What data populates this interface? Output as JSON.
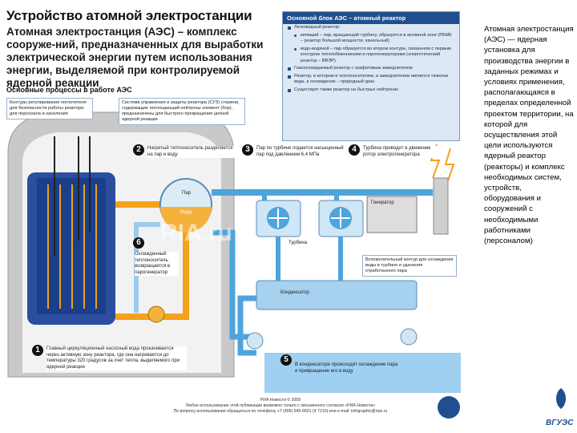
{
  "poster": {
    "title": "Устройство атомной электростанции",
    "lead": "Атомная электростанция (АЭС) – комплекс сооруже-ний, предназначенных для выработки электрической энергии путем использования энергии, выделяемой при контролируемой ядерной реакции",
    "subhead": "Основные процессы в работе АЭС",
    "info_box": {
      "header": "Основной блок АЭС – атомный реактор",
      "items": [
        {
          "text": "Легководный реактор:",
          "level": 1
        },
        {
          "text": "кипящий – пар, вращающий турбину, образуется в активной зоне (РБМК – реактор большой мощности, канальный)",
          "level": 2
        },
        {
          "text": "водо-водяной – пар образуется во втором контуре, связанном с первым контуром теплообменниками и парогенераторами (энергетический реактор – ВВЭР)",
          "level": 2
        },
        {
          "text": "Газоохлаждаемый реактор с графитовым замедлителем",
          "level": 1
        },
        {
          "text": "Реактор, в котором в теплоносителем, а замедлителем является тяжелая вода, а охлаждение – природный уран",
          "level": 1
        },
        {
          "text": "Существует также реактор на быстрых нейтронах",
          "level": 1
        }
      ]
    },
    "notes": {
      "control_rods": "Контуры регулирования поглотителя для безопасности работы реактора для персонала и населения",
      "cps": "Система управления и защиты реактора (СУЗ) стержни, содержащие поглощающий нейтроны элемент (бор), предназначены для быстрого прекращения цепной ядерной реакции",
      "step1": "Главный циркуляционный насосный вода прокачивается через активную зону реактора, где она нагревается до температуры 320 градусов за счет тепла, выделяемого при ядерной реакции",
      "step2": "Нагретый теплоноситель разделяется на пар и воду",
      "step3": "Пар по турбине подается насыщенный пар под давлением 6,4 МПа",
      "step4": "Турбина приводит в движение ротор электрогенератора",
      "step5": "В конденсаторе происходит охлаждение пара и превращение его в воду",
      "step6": "Охлажденный теплоноситель возвращается в парогенератор",
      "recirc": "Вспомогательный контур для охлаждения воды в турбине и удаления отработанного пара"
    },
    "step_numbers": [
      "1",
      "2",
      "3",
      "4",
      "5",
      "6"
    ],
    "labels": {
      "steam": "Пар",
      "water": "Вода",
      "turbine": "Турбина",
      "generator": "Генератор",
      "condenser": "Конденсатор"
    },
    "watermark": "RIA.ru",
    "credit_line1": "РИА Новости © 2009",
    "credit_line2": "Любое использование этой публикации возможно только с письменного согласия «РИА Новости»",
    "credit_line3": "По вопросу использования обращаться по телефону +7 (495) 645-6601 (4 7210) или e-mail: infographic@rian.ru"
  },
  "side_text": "Атомная электростанция (АЭС) — ядерная установка для производства энергии в заданных режимах и условиях применения, располагающаяся в пределах определенной проектом территории, на которой для осуществления этой цели используются ядерный реактор (реакторы) и комплекс необходимых систем, устройств, оборудования и сооружений с необходимыми работниками (персоналом)",
  "logo_text": "ВГУЭС",
  "colors": {
    "core_blue": "#1c3f8c",
    "water_light": "#a6d1ef",
    "pipe_blue": "#4ea4dc",
    "hot_orange": "#f4a21c",
    "building": "#c9c9c9",
    "header_navy": "#1f4f8f"
  }
}
